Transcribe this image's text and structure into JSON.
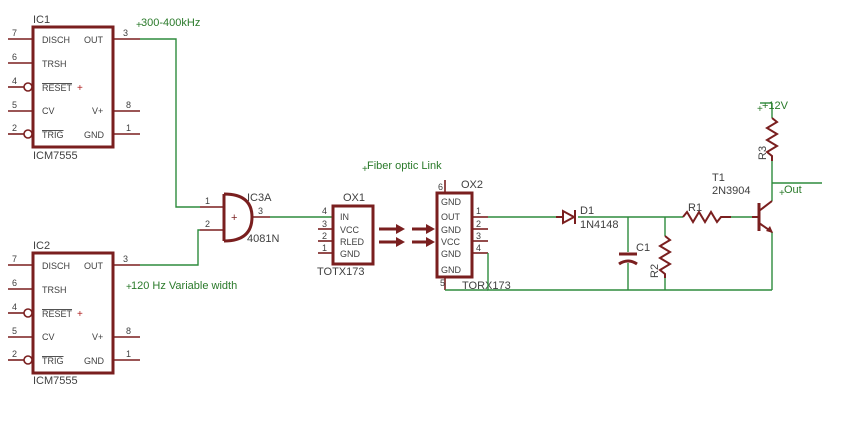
{
  "ic1": {
    "name": "IC1",
    "part": "ICM7555",
    "pins": {
      "disch": "DISCH",
      "out": "OUT",
      "trsh": "TRSH",
      "reset": "RESET",
      "cv": "CV",
      "vplus": "V+",
      "trig": "TRIG",
      "gnd": "GND"
    },
    "nums": {
      "disch": "7",
      "trsh": "6",
      "reset": "4",
      "cv": "5",
      "trig": "2",
      "out": "3",
      "vplus": "8",
      "gnd": "1"
    }
  },
  "ic2": {
    "name": "IC2",
    "part": "ICM7555",
    "pins": {
      "disch": "DISCH",
      "out": "OUT",
      "trsh": "TRSH",
      "reset": "RESET",
      "cv": "CV",
      "vplus": "V+",
      "trig": "TRIG",
      "gnd": "GND"
    },
    "nums": {
      "disch": "7",
      "trsh": "6",
      "reset": "4",
      "cv": "5",
      "trig": "2",
      "out": "3",
      "vplus": "8",
      "gnd": "1"
    }
  },
  "ic3": {
    "name": "IC3A",
    "part": "4081N",
    "pin1": "1",
    "pin2": "2",
    "pin3": "3",
    "symbol": "+"
  },
  "ox1": {
    "name": "OX1",
    "part": "TOTX173",
    "pins": {
      "in": "IN",
      "vcc": "VCC",
      "rled": "RLED",
      "gnd": "GND"
    },
    "nums": {
      "p4": "4",
      "p3": "3",
      "p2": "2",
      "p1": "1"
    }
  },
  "ox2": {
    "name": "OX2",
    "part": "TORX173",
    "pins": {
      "gnd1": "GND",
      "out": "OUT",
      "gnd2": "GND",
      "vcc": "VCC",
      "gnd3": "GND",
      "gnd4": "GND"
    },
    "nums": {
      "p6": "6",
      "p1": "1",
      "p2": "2",
      "p3": "3",
      "p4": "4",
      "p5": "5"
    }
  },
  "d1": {
    "name": "D1",
    "part": "1N4148"
  },
  "c1": {
    "name": "C1"
  },
  "r1": {
    "name": "R1"
  },
  "r2": {
    "name": "R2"
  },
  "r3": {
    "name": "R3"
  },
  "t1": {
    "name": "T1",
    "part": "2N3904"
  },
  "nets": {
    "freq1": "300-400kHz",
    "freq2": "120 Hz Variable width",
    "fiber": "Fiber optic Link",
    "vplus": "+12V",
    "out": "Out"
  },
  "colors": {
    "component": "#7a1f1f",
    "wire": "#2e8b3d",
    "net_label": "#2a7a2a",
    "text": "#404040"
  }
}
